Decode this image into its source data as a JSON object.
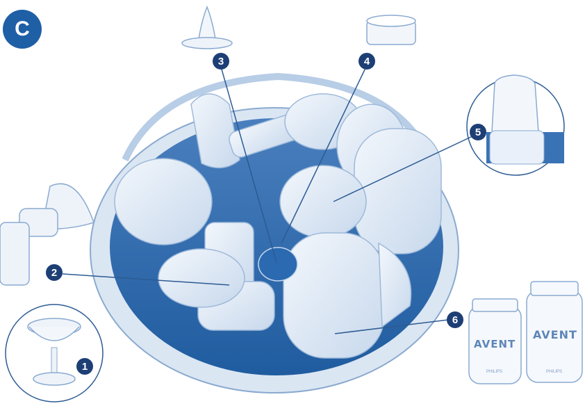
{
  "section_label": "C",
  "callouts": [
    {
      "number": "1",
      "label_name": "callout-1-pump-valve"
    },
    {
      "number": "2",
      "label_name": "callout-2-pump-body"
    },
    {
      "number": "3",
      "label_name": "callout-3-teat"
    },
    {
      "number": "4",
      "label_name": "callout-4-screw-ring"
    },
    {
      "number": "5",
      "label_name": "callout-5-bottle-in-steriliser"
    },
    {
      "number": "6",
      "label_name": "callout-6-bottle"
    }
  ],
  "bottle_brand": "AVENT",
  "bottle_maker": "PHILIPS",
  "colors": {
    "badge": "#1f5fa6",
    "callout": "#1d3f75",
    "line": "#2c5b93",
    "product": "#9db9da"
  }
}
